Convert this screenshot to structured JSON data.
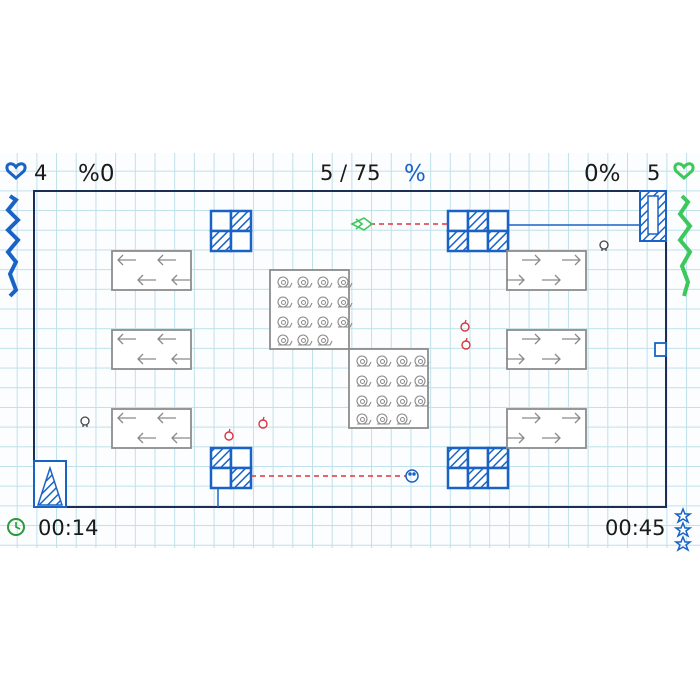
{
  "hud": {
    "left_player_count": "4",
    "left_percent": "%0",
    "progress_text": "5 / 75",
    "progress_symbol": "%",
    "right_percent": "0%",
    "right_player_count": "5",
    "elapsed_time": "00:14",
    "time_limit": "00:45"
  },
  "colors": {
    "blue_player": "#1a63c6",
    "green_player": "#3cc85a",
    "grid_line": "#bfe0ea",
    "outline": "#1d2e55",
    "dashed_laser": "#d9363e",
    "grey_block": "#8c8c8c"
  },
  "icons": {
    "left_heart": "blue-heart-icon",
    "right_heart": "green-heart-icon",
    "clock": "clock-icon",
    "stars": "star-icon",
    "enemies": "red-apple-icon",
    "skull": "skull-icon"
  },
  "arrow_panels": {
    "left_direction": "left",
    "right_direction": "right"
  },
  "stars_count": 3
}
